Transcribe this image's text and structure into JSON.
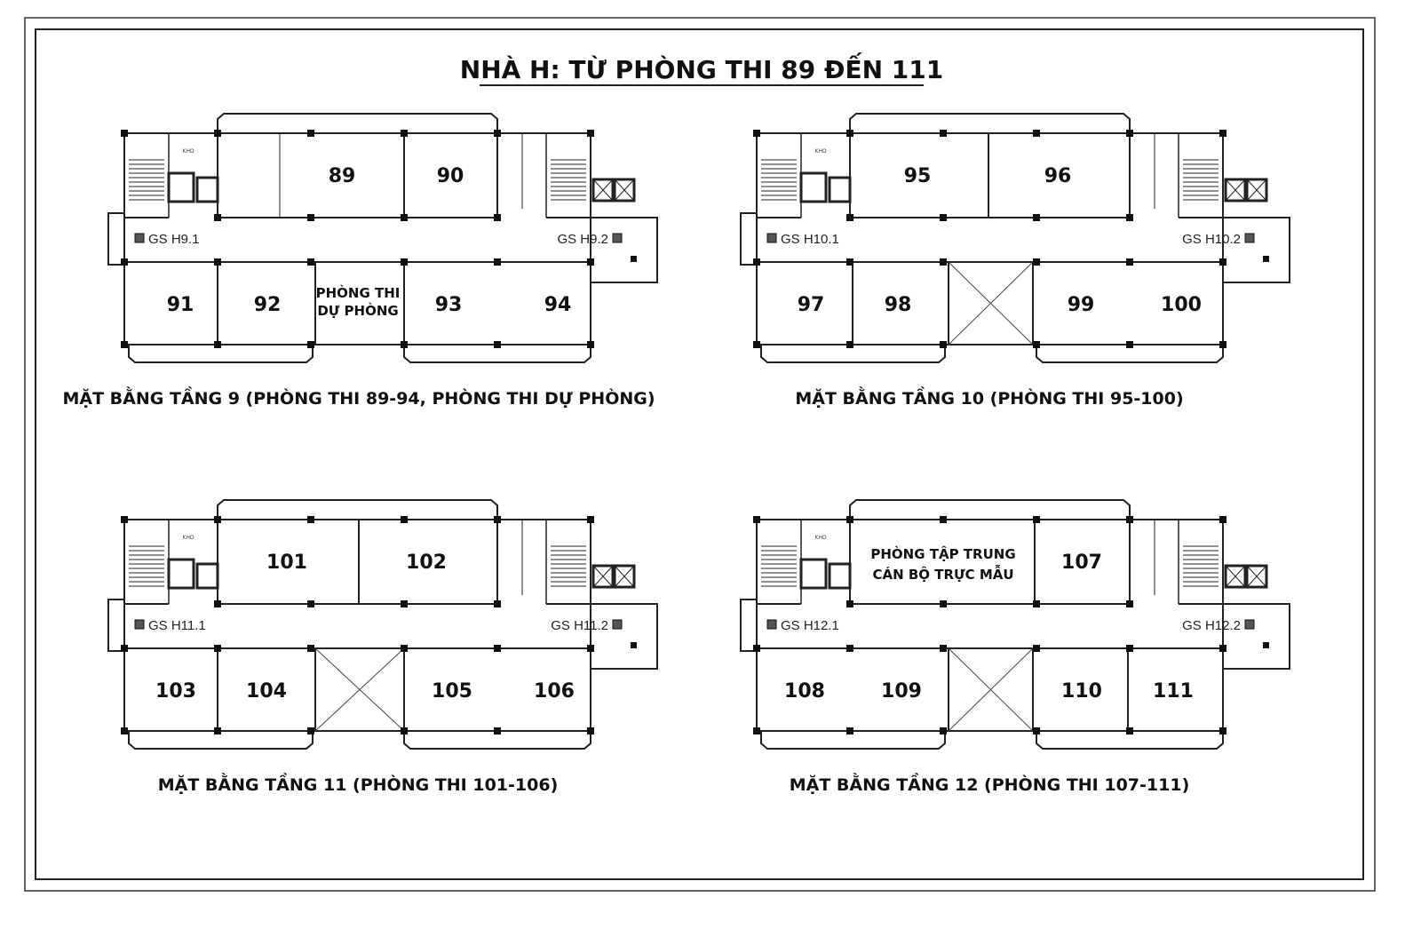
{
  "title": "NHÀ H: TỪ PHÒNG THI 89 ĐẾN 111",
  "kho_label": "KHO",
  "floors": [
    {
      "caption": "MẶT BẰNG TẦNG 9 (PHÒNG THI 89-94, PHÒNG THI DỰ PHÒNG)",
      "gs_left": "GS H9.1",
      "gs_right": "GS H9.2",
      "rooms": [
        "89",
        "90",
        "91",
        "92",
        "PHÒNG THI",
        "DỰ PHÒNG",
        "93",
        "94"
      ]
    },
    {
      "caption": "MẶT BẰNG TẦNG 10 (PHÒNG THI 95-100)",
      "gs_left": "GS H10.1",
      "gs_right": "GS H10.2",
      "rooms": [
        "95",
        "96",
        "97",
        "98",
        "99",
        "100"
      ]
    },
    {
      "caption": "MẶT BẰNG TẦNG 11 (PHÒNG THI 101-106)",
      "gs_left": "GS H11.1",
      "gs_right": "GS H11.2",
      "rooms": [
        "101",
        "102",
        "103",
        "104",
        "105",
        "106"
      ]
    },
    {
      "caption": "MẶT BẰNG TẦNG 12 (PHÒNG THI 107-111)",
      "gs_left": "GS H12.1",
      "gs_right": "GS H12.2",
      "rooms": [
        "PHÒNG TẬP TRUNG",
        "CÁN BỘ TRỰC MẪU",
        "107",
        "108",
        "109",
        "110",
        "111"
      ]
    }
  ]
}
